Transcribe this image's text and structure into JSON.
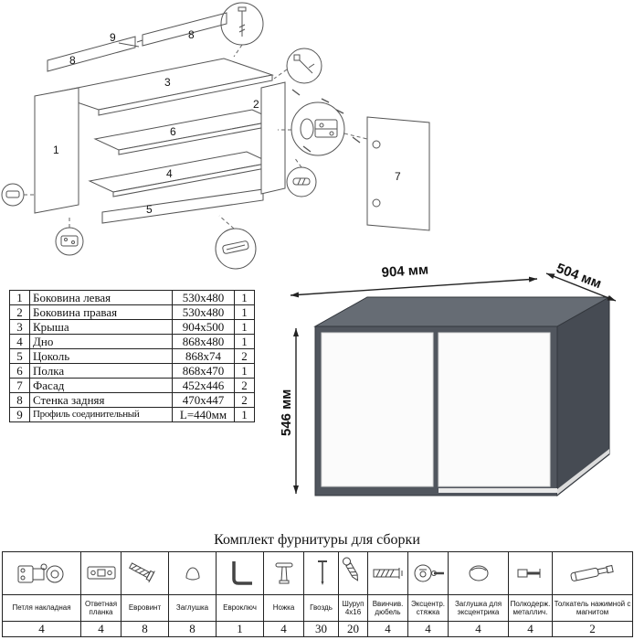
{
  "diagram": {
    "labels": {
      "p1": "1",
      "p2": "2",
      "p3": "3",
      "p4": "4",
      "p5": "5",
      "p6": "6",
      "p7": "7",
      "p8a": "8",
      "p8b": "8",
      "p9": "9"
    }
  },
  "cabinet": {
    "width_label": "904 мм",
    "depth_label": "504 мм",
    "height_label": "546 мм",
    "body_color": "#51565e",
    "top_color": "#666c74",
    "side_color": "#464b53",
    "door_color": "#fbfbfb"
  },
  "parts_table": {
    "rows": [
      {
        "num": "1",
        "name": "Боковина левая",
        "size": "530x480",
        "qty": "1"
      },
      {
        "num": "2",
        "name": "Боковина правая",
        "size": "530x480",
        "qty": "1"
      },
      {
        "num": "3",
        "name": "Крыша",
        "size": "904x500",
        "qty": "1"
      },
      {
        "num": "4",
        "name": "Дно",
        "size": "868x480",
        "qty": "1"
      },
      {
        "num": "5",
        "name": "Цоколь",
        "size": "868x74",
        "qty": "2"
      },
      {
        "num": "6",
        "name": "Полка",
        "size": "868x470",
        "qty": "1"
      },
      {
        "num": "7",
        "name": "Фасад",
        "size": "452x446",
        "qty": "2"
      },
      {
        "num": "8",
        "name": "Стенка задняя",
        "size": "470x447",
        "qty": "2"
      },
      {
        "num": "9",
        "name": "Профиль соединительный",
        "size": "L=440мм",
        "qty": "1"
      }
    ]
  },
  "hardware": {
    "title": "Комплект фурнитуры для сборки",
    "items": [
      {
        "name": "Петля накладная",
        "qty": "4"
      },
      {
        "name": "Ответная планка",
        "qty": "4"
      },
      {
        "name": "Евровинт",
        "qty": "8"
      },
      {
        "name": "Заглушка",
        "qty": "8"
      },
      {
        "name": "Евроключ",
        "qty": "1"
      },
      {
        "name": "Ножка",
        "qty": "4"
      },
      {
        "name": "Гвоздь",
        "qty": "30"
      },
      {
        "name": "Шуруп 4x16",
        "qty": "20"
      },
      {
        "name": "Ввинчив. дюбель",
        "qty": "4"
      },
      {
        "name": "Эксцентр. стяжка",
        "qty": "4"
      },
      {
        "name": "Заглушка для эксцентрика",
        "qty": "4"
      },
      {
        "name": "Полкодерж. металлич.",
        "qty": "4"
      },
      {
        "name": "Толкатель нажимной с магнитом",
        "qty": "2"
      }
    ]
  }
}
